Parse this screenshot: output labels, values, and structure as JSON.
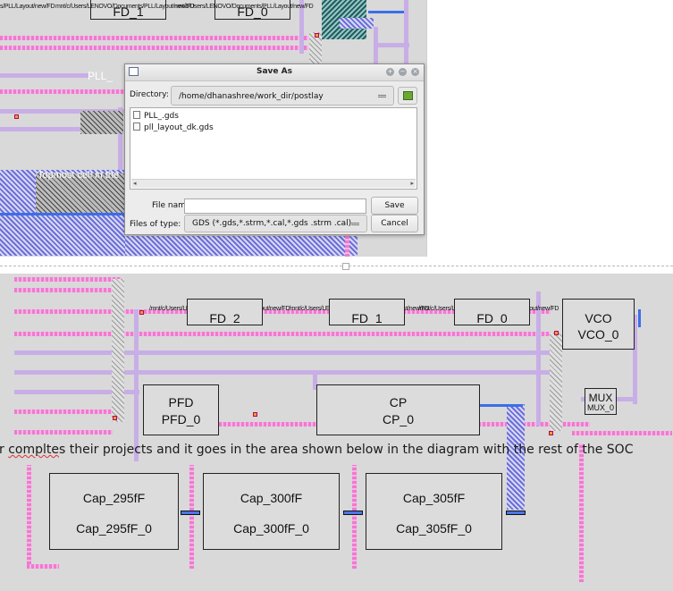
{
  "top_screenshot": {
    "path_labels": [
      "s/PLL/Layout/new/FD",
      "mnt/c/Users/LENOVO/Documents/PLL/Layout/new/FD",
      "mnt/c/Users/LENOVO/Documents/PLL/Layout/new/FD"
    ],
    "cell_labels": [
      "FD_1",
      "FD_0"
    ],
    "overlay_pll_text": "PLL_",
    "overlay_topmost_text": "Topmost cell in the"
  },
  "dialog": {
    "title": "Save As",
    "directory_label": "Directory:",
    "directory_value": "/home/dhanashree/work_dir/postlay",
    "files": [
      "PLL_.gds",
      "pll_layout_dk.gds"
    ],
    "filename_label": "File name:",
    "filename_value": "",
    "filetype_label": "Files of type:",
    "filetype_value": "GDS (*.gds,*.strm,*.cal,*.gds .strm .cal)",
    "save_label": "Save",
    "cancel_label": "Cancel",
    "window_buttons": [
      "+",
      "−",
      "×"
    ]
  },
  "bottom_screenshot": {
    "path_labels": [
      "/mnt/c/Users/LENOVO/Documents/PLL/Layout/new/FD",
      "/mnt/c/Users/LENOVO/Documents/PLL/Layout/new/FD",
      "/mnt/c/Users/LENOVO/Documents/PLL/Layout/new/FD"
    ],
    "blocks": {
      "fd2": "FD_2",
      "fd1": "FD_1",
      "fd0": "FD_0",
      "vco_name": "VCO",
      "vco_inst": "VCO_0",
      "pfd_name": "PFD",
      "pfd_inst": "PFD_0",
      "cp_name": "CP",
      "cp_inst": "CP_0",
      "mux_name": "MUX",
      "mux_inst": "MUX_0",
      "cap1_name": "Cap_295fF",
      "cap1_inst": "Cap_295fF_0",
      "cap2_name": "Cap_300fF",
      "cap2_inst": "Cap_300fF_0",
      "cap3_name": "Cap_305fF",
      "cap3_inst": "Cap_305fF_0"
    },
    "caption_prefix": "r ",
    "caption_misspelled": "complte",
    "caption_rest": "s their projects and it goes in the area shown below in the diagram with the rest of the SOC"
  },
  "colors": {
    "canvas_bg": "#d9d9d9",
    "metal_pink": "#f07ad0",
    "metal_violet": "#c8aee6",
    "metal_blue": "#3b6fe8",
    "dialog_bg": "#ececec"
  }
}
